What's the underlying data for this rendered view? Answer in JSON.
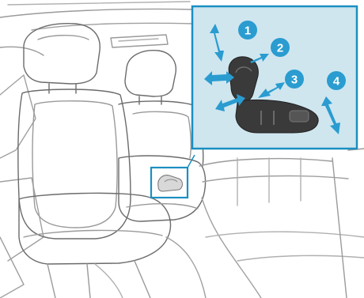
{
  "figure": {
    "kind": "vehicle seat control illustration",
    "inset": {
      "callouts": [
        {
          "label": "1"
        },
        {
          "label": "2"
        },
        {
          "label": "3"
        },
        {
          "label": "4"
        }
      ]
    }
  },
  "colors": {
    "accent": "#1b8fc1",
    "inset_fill": "#cfe6ef",
    "line_art": "#6b6b6b",
    "line_art_light": "#a0a0a0",
    "control_dark": "#3a3a3a",
    "arrow_blue": "#2a9cd0"
  },
  "icons": [
    "up-down-arrow-icon",
    "forward-back-arrow-icon",
    "tilt-arrow-icon",
    "number-badge-icon"
  ]
}
